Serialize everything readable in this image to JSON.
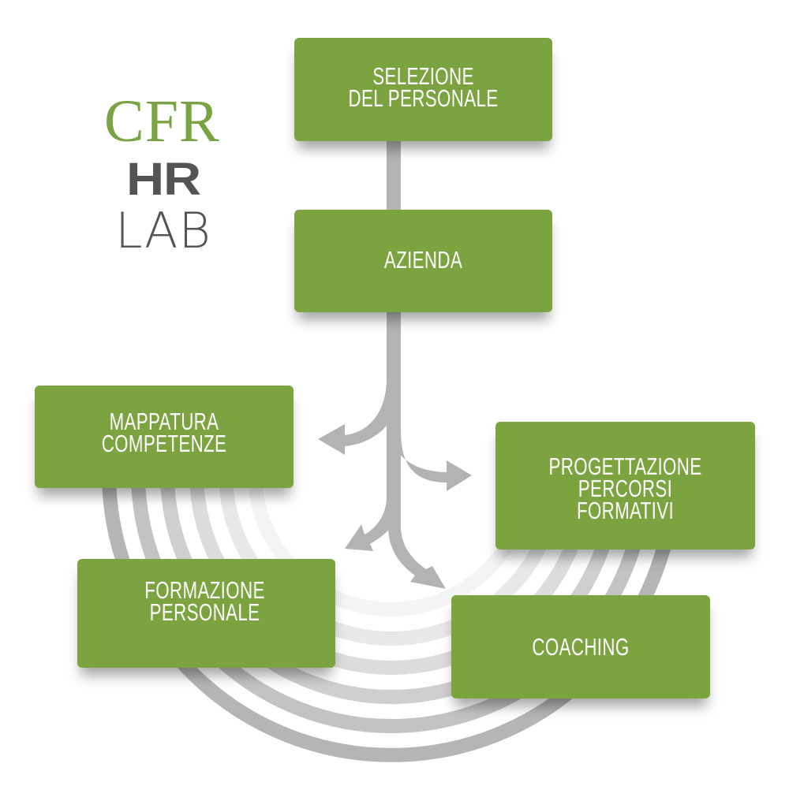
{
  "logo": {
    "line1": "CFR",
    "line2": "HR",
    "line3": "LAB",
    "brand_green": "#7aa343",
    "brand_gray": "#545454"
  },
  "colors": {
    "node_fill": "#7ba441",
    "node_text": "#ffffff",
    "connector": "#b3b3b3"
  },
  "nodes": {
    "selezione": {
      "label": "SELEZIONE\nDEL PERSONALE"
    },
    "azienda": {
      "label": "AZIENDA"
    },
    "mappatura": {
      "label": "MAPPATURA\nCOMPETENZE"
    },
    "progettazione": {
      "label": "PROGETTAZIONE\nPERCORSI\nFORMATIVI"
    },
    "formazione": {
      "label": "FORMAZIONE\nPERSONALE"
    },
    "coaching": {
      "label": "COACHING"
    }
  },
  "edges": [
    {
      "from": "selezione",
      "to": "azienda",
      "type": "line"
    },
    {
      "from": "azienda",
      "to": "mappatura",
      "type": "arrow"
    },
    {
      "from": "azienda",
      "to": "progettazione",
      "type": "arrow"
    },
    {
      "from": "azienda",
      "to": "formazione",
      "type": "arrow"
    },
    {
      "from": "azienda",
      "to": "coaching",
      "type": "arrow"
    }
  ],
  "rings": {
    "count": 6,
    "shades": [
      "#f4f4f4",
      "#e8e8e8",
      "#dcdcdc",
      "#cfcfcf",
      "#c3c3c3",
      "#b5b5b5"
    ]
  }
}
